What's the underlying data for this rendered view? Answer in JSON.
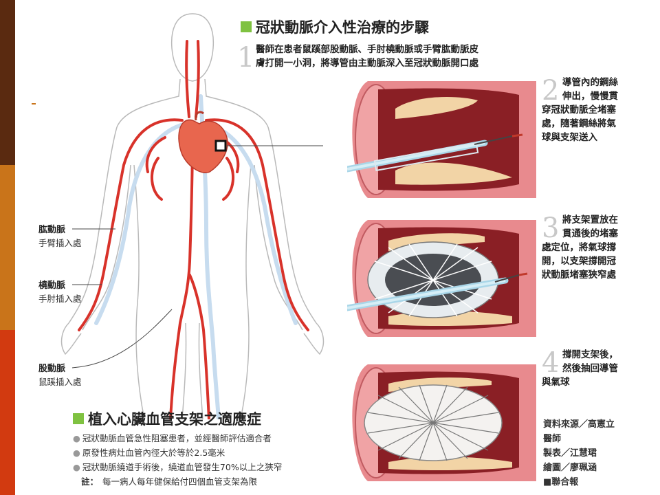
{
  "colors": {
    "sidebar_top": "#5a2a10",
    "sidebar_mid": "#c9741a",
    "sidebar_bottom": "#d23a10",
    "artery": "#d8322a",
    "vein": "#c7dcef",
    "title_marker": "#7fc241",
    "vessel_wall": "#e88a8e",
    "vessel_inner": "#8a1f25",
    "plaque": "#f2d4a6"
  },
  "main_title": "冠狀動脈介入性治療的步驟",
  "steps": [
    {
      "num": "1",
      "lines": [
        "醫師在患者鼠蹊部股動脈、手肘橈動脈或手臂肱動脈皮",
        "膚打開一小洞，將導管由主動脈深入至冠狀動脈開口處"
      ]
    },
    {
      "num": "2",
      "lines": [
        "導管內的鋼絲",
        "伸出，慢慢貫",
        "穿冠狀動脈全堵塞",
        "處，隨著鋼絲將氣",
        "球與支架送入"
      ]
    },
    {
      "num": "3",
      "lines": [
        "將支架置放在",
        "貫通後的堵塞",
        "處定位，將氣球撐",
        "開，以支架撐開冠",
        "狀動脈堵塞狹窄處"
      ]
    },
    {
      "num": "4",
      "lines": [
        "撐開支架後，",
        "然後抽回導管",
        "與氣球"
      ]
    }
  ],
  "insertion_sites": [
    {
      "name": "肱動脈",
      "desc": "手臂插入處"
    },
    {
      "name": "橈動脈",
      "desc": "手肘插入處"
    },
    {
      "name": "股動脈",
      "desc": "鼠蹊插入處"
    }
  ],
  "indications": {
    "title": "植入心臟血管支架之適應症",
    "items": [
      "冠狀動脈血管急性阻塞患者，並經醫師評估適合者",
      "原發性病灶血管內徑大於等於2.5毫米",
      "冠狀動脈繞道手術後，繞道血管發生70%以上之狹窄"
    ],
    "note_label": "註：",
    "note_text": "每一病人每年健保給付四個血管支架為限"
  },
  "credits": [
    "資料來源／高憲立",
    "醫師",
    "製表／江慧珺",
    "繪圖／廖珮涵",
    "■聯合報"
  ],
  "icons": [
    "human-body-illustration",
    "heart-icon",
    "vessel-step2-illustration",
    "vessel-step3-illustration",
    "vessel-step4-illustration"
  ]
}
